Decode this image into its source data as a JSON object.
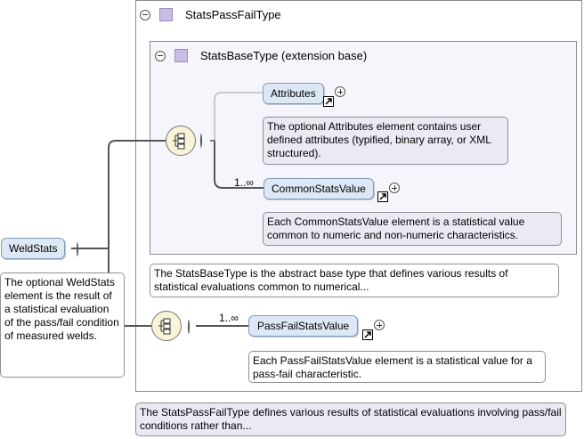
{
  "diagram": {
    "root": {
      "label": "WeldStats",
      "doc": "The optional WeldStats element is the result of a statistical evaluation of the pass/fail condition of measured welds."
    },
    "outer_type": {
      "title": "StatsPassFailType",
      "doc": "The StatsPassFailType defines various results of statistical evaluations involving pass/fail conditions rather than..."
    },
    "inner_type": {
      "title": "StatsBaseType (extension base)",
      "doc": "The StatsBaseType is the abstract base type that defines various results of statistical evaluations common to numerical..."
    },
    "attributes": {
      "label": "Attributes",
      "doc": "The optional Attributes element contains user defined attributes (typified, binary array, or XML structured)."
    },
    "common_stats": {
      "label": "CommonStatsValue",
      "cardinality": "1..∞",
      "doc": "Each CommonStatsValue element is a statistical value common to numeric and non-numeric characteristics."
    },
    "pass_fail_stats": {
      "label": "PassFailStatsValue",
      "cardinality": "1..∞",
      "doc": "Each PassFailStatsValue element is a statistical value for a pass-fail characteristic."
    },
    "colors": {
      "element_fill": "#dde8f6",
      "type_fill": "#c9bde6",
      "doc_purple": "#ece9f4",
      "connector": "#555555",
      "sequence_fill": "#f9f4d8"
    }
  }
}
